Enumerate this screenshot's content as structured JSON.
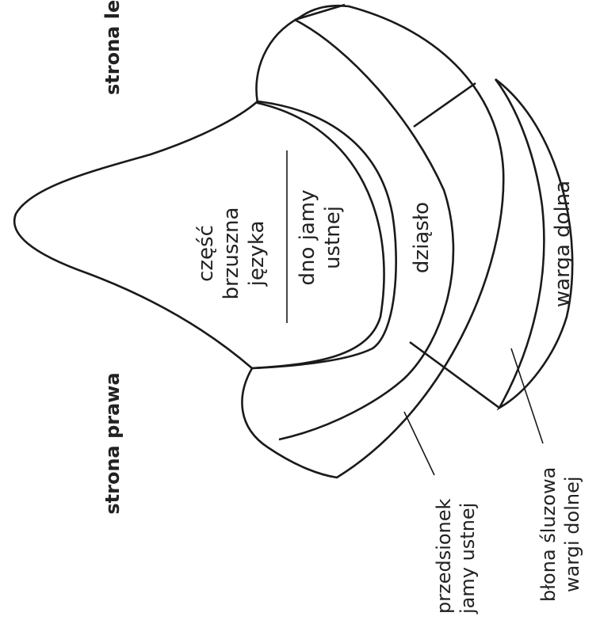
{
  "colors": {
    "shaded_tissue": "#bdbdbd",
    "outline": "#1a1a1a",
    "background": "#ffffff"
  },
  "sides": {
    "left": "strona le",
    "right": "strona prawa"
  },
  "regions": {
    "tongue_line1": "część",
    "tongue_line2": "brzuszna",
    "tongue_line3": "języka",
    "floor_line1": "dno jamy",
    "floor_line2": "ustnej",
    "gum": "dziąsło",
    "lip": "warga dolna"
  },
  "callouts": {
    "vestibule_line1": "przedsionek",
    "vestibule_line2": "jamy ustnej",
    "mucosa_line1": "błona śluzowa",
    "mucosa_line2": "wargi dolnej"
  }
}
